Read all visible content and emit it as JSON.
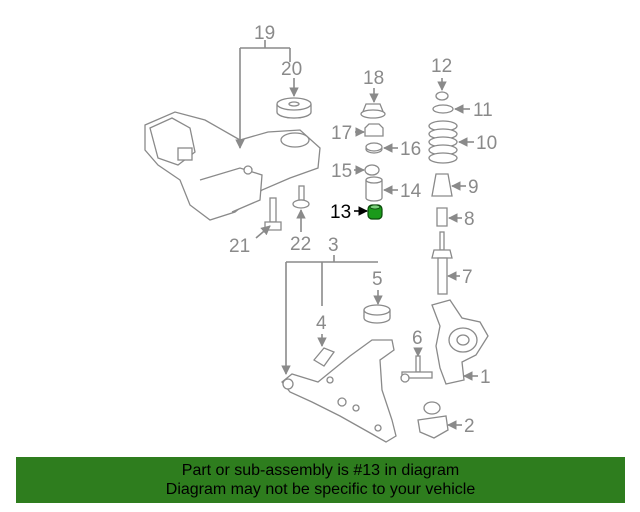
{
  "colors": {
    "banner_bg": "#2e7d1e",
    "highlight_part": "#1a9a1a",
    "line": "#8a8a8a"
  },
  "callouts": {
    "c1": "1",
    "c2": "2",
    "c3": "3",
    "c4": "4",
    "c5": "5",
    "c6": "6",
    "c7": "7",
    "c8": "8",
    "c9": "9",
    "c10": "10",
    "c11": "11",
    "c12": "12",
    "c13": "13",
    "c14": "14",
    "c15": "15",
    "c16": "16",
    "c17": "17",
    "c18": "18",
    "c19": "19",
    "c20": "20",
    "c21": "21",
    "c22": "22"
  },
  "highlighted_part": "13",
  "banner": {
    "line1": "Part or sub-assembly is #13 in diagram",
    "line2": "Diagram may not be specific to your vehicle"
  }
}
